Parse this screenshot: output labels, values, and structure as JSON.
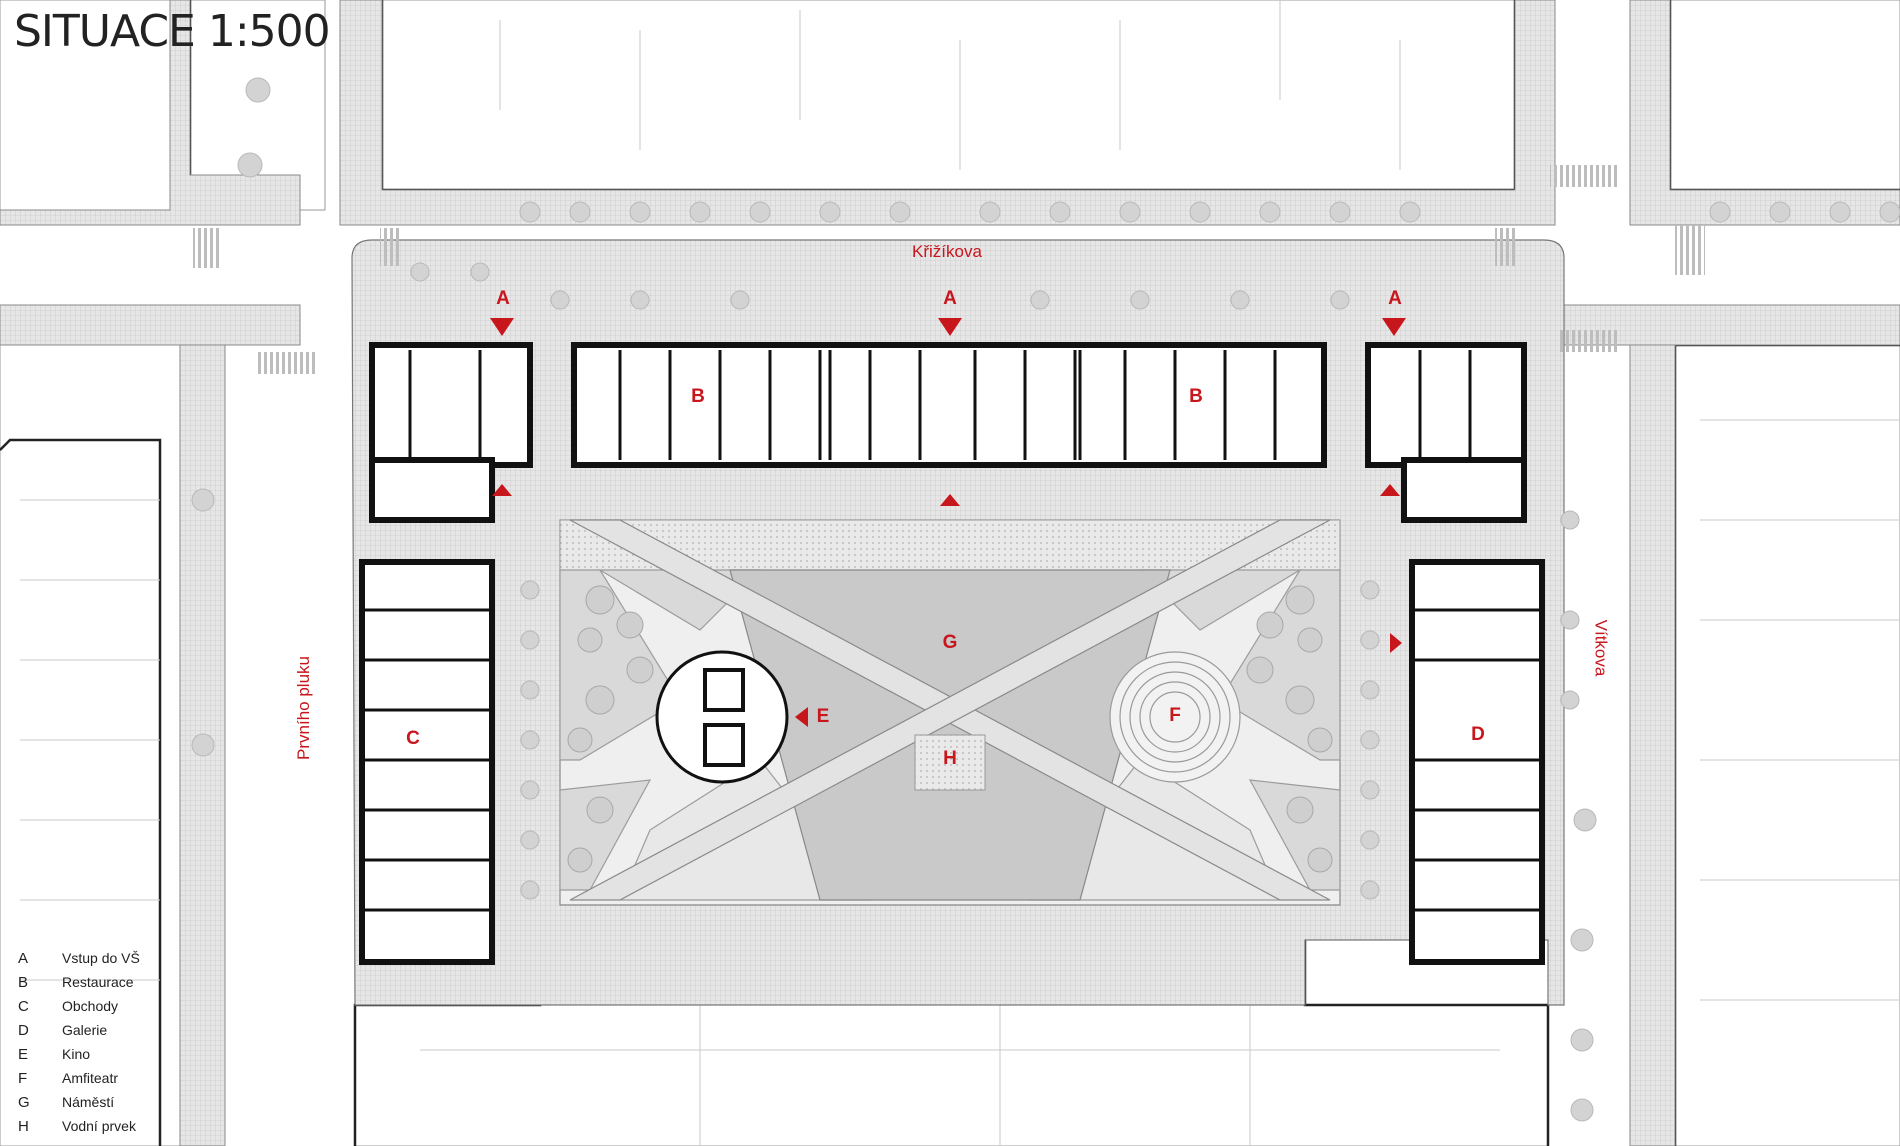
{
  "title": "SITUACE 1:500",
  "streets": {
    "north": "Křižíkova",
    "west": "Prvního pluku",
    "east": "Vítkova"
  },
  "zone_labels": {
    "a1": "A",
    "a2": "A",
    "a3": "A",
    "b1": "B",
    "b2": "B",
    "c": "C",
    "d": "D",
    "e": "E",
    "f": "F",
    "g": "G",
    "h": "H"
  },
  "legend": [
    {
      "key": "A",
      "label": "Vstup do VŠ"
    },
    {
      "key": "B",
      "label": "Restaurace"
    },
    {
      "key": "C",
      "label": "Obchody"
    },
    {
      "key": "D",
      "label": "Galerie"
    },
    {
      "key": "E",
      "label": "Kino"
    },
    {
      "key": "F",
      "label": "Amfiteatr"
    },
    {
      "key": "G",
      "label": "Náměstí"
    },
    {
      "key": "H",
      "label": "Vodní prvek"
    }
  ],
  "colors": {
    "accent": "#c8161d",
    "walls": "#111111",
    "paving": "#e3e3e3",
    "square": "#c9c9c9",
    "greenery": "#d9d9d9"
  }
}
